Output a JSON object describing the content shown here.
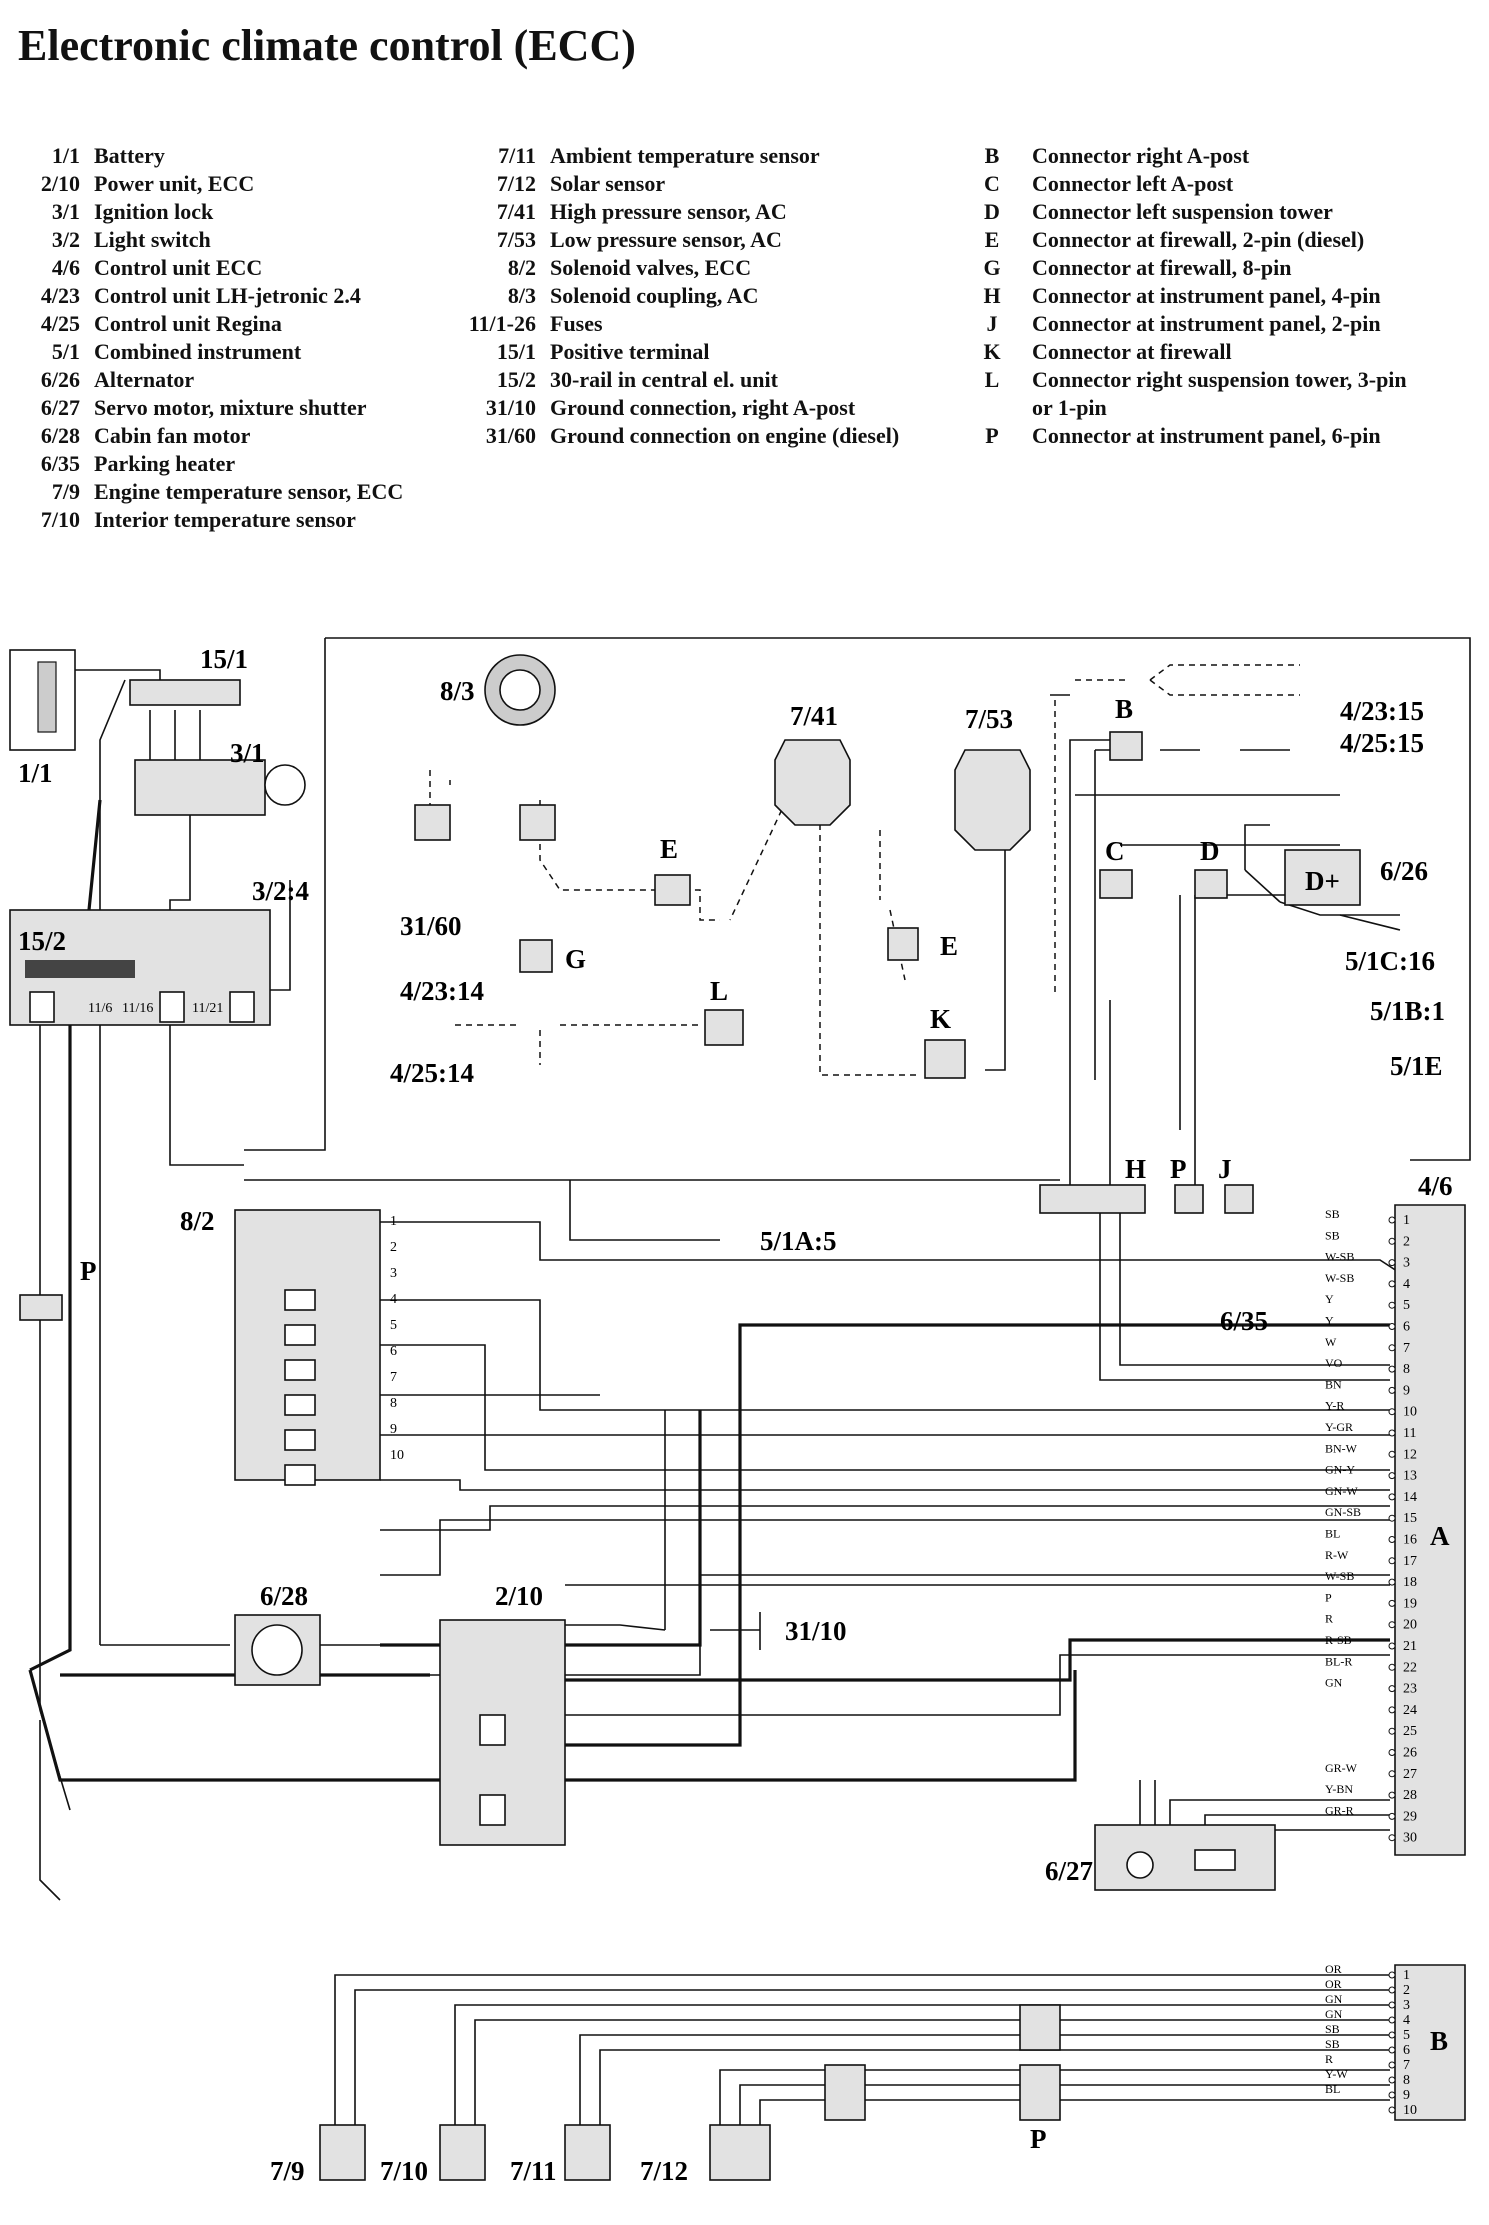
{
  "title": "Electronic climate control (ECC)",
  "legend": {
    "col1": [
      {
        "code": "1/1",
        "text": "Battery"
      },
      {
        "code": "2/10",
        "text": "Power unit, ECC"
      },
      {
        "code": "3/1",
        "text": "Ignition lock"
      },
      {
        "code": "3/2",
        "text": "Light switch"
      },
      {
        "code": "4/6",
        "text": "Control unit ECC"
      },
      {
        "code": "4/23",
        "text": "Control unit LH-jetronic 2.4"
      },
      {
        "code": "4/25",
        "text": "Control unit Regina"
      },
      {
        "code": "5/1",
        "text": "Combined instrument"
      },
      {
        "code": "6/26",
        "text": "Alternator"
      },
      {
        "code": "6/27",
        "text": "Servo motor, mixture shutter"
      },
      {
        "code": "6/28",
        "text": "Cabin fan motor"
      },
      {
        "code": "6/35",
        "text": "Parking heater"
      },
      {
        "code": "7/9",
        "text": "Engine temperature sensor, ECC"
      },
      {
        "code": "7/10",
        "text": "Interior temperature sensor"
      }
    ],
    "col2": [
      {
        "code": "7/11",
        "text": "Ambient temperature sensor"
      },
      {
        "code": "7/12",
        "text": "Solar sensor"
      },
      {
        "code": "7/41",
        "text": "High pressure sensor, AC"
      },
      {
        "code": "7/53",
        "text": "Low pressure sensor, AC"
      },
      {
        "code": "8/2",
        "text": "Solenoid valves, ECC"
      },
      {
        "code": "8/3",
        "text": "Solenoid coupling, AC"
      },
      {
        "code": "11/1-26",
        "text": "Fuses"
      },
      {
        "code": "15/1",
        "text": "Positive terminal"
      },
      {
        "code": "15/2",
        "text": "30-rail in central el. unit"
      },
      {
        "code": "31/10",
        "text": "Ground connection, right A-post"
      },
      {
        "code": "31/60",
        "text": "Ground connection on engine (diesel)"
      }
    ],
    "col3": [
      {
        "code": "B",
        "text": "Connector right A-post"
      },
      {
        "code": "C",
        "text": "Connector left A-post"
      },
      {
        "code": "D",
        "text": "Connector left suspension tower"
      },
      {
        "code": "E",
        "text": "Connector at firewall, 2-pin (diesel)"
      },
      {
        "code": "G",
        "text": "Connector at firewall, 8-pin"
      },
      {
        "code": "H",
        "text": "Connector at instrument panel, 4-pin"
      },
      {
        "code": "J",
        "text": "Connector at instrument panel, 2-pin"
      },
      {
        "code": "K",
        "text": "Connector at firewall"
      },
      {
        "code": "L",
        "text": "Connector right suspension tower, 3-pin"
      },
      {
        "code": "",
        "text": "or 1-pin"
      },
      {
        "code": "P",
        "text": "Connector at instrument panel, 6-pin"
      }
    ]
  },
  "diagram": {
    "labels": {
      "b_1_1": "1/1",
      "b_15_1": "15/1",
      "b_3_1": "3/1",
      "b_3_2_4": "3/2:4",
      "b_15_2": "15/2",
      "b_8_3": "8/3",
      "b_31_60": "31/60",
      "b_G": "G",
      "b_4_23_14": "4/23:14",
      "b_4_25_14": "4/25:14",
      "b_E1": "E",
      "b_7_41": "7/41",
      "b_7_53": "7/53",
      "b_E2": "E",
      "b_K": "K",
      "b_L": "L",
      "b_B": "B",
      "b_4_23_15": "4/23:15",
      "b_4_25_15": "4/25:15",
      "b_C": "C",
      "b_D": "D",
      "b_6_26": "6/26",
      "b_5_1C_16": "5/1C:16",
      "b_5_1B_1": "5/1B:1",
      "b_5_1E": "5/1E",
      "b_H": "H",
      "b_P1": "P",
      "b_J": "J",
      "b_4_6": "4/6",
      "b_5_1A_5": "5/1A:5",
      "b_8_2": "8/2",
      "b_6_35": "6/35",
      "b_A": "A",
      "b_P2": "P",
      "b_6_28": "6/28",
      "b_2_10": "2/10",
      "b_31_10": "31/10",
      "b_6_27": "6/27",
      "b_B2": "B",
      "b_7_9": "7/9",
      "b_7_10": "7/10",
      "b_7_11": "7/11",
      "b_7_12": "7/12",
      "b_P3": "P",
      "dplus": "D+"
    },
    "fuses": [
      "11/6",
      "11/16",
      "11/21"
    ],
    "ecc_a_pins": [
      {
        "pin": "1",
        "wire": "SB"
      },
      {
        "pin": "2",
        "wire": "SB"
      },
      {
        "pin": "3",
        "wire": "W-SB"
      },
      {
        "pin": "4",
        "wire": "W-SB"
      },
      {
        "pin": "5",
        "wire": "Y"
      },
      {
        "pin": "6",
        "wire": "Y"
      },
      {
        "pin": "7",
        "wire": "W"
      },
      {
        "pin": "8",
        "wire": "VO"
      },
      {
        "pin": "9",
        "wire": "BN"
      },
      {
        "pin": "10",
        "wire": "Y-R"
      },
      {
        "pin": "11",
        "wire": "Y-GR"
      },
      {
        "pin": "12",
        "wire": "BN-W"
      },
      {
        "pin": "13",
        "wire": "GN-Y"
      },
      {
        "pin": "14",
        "wire": "GN-W"
      },
      {
        "pin": "15",
        "wire": "GN-SB"
      },
      {
        "pin": "16",
        "wire": "BL"
      },
      {
        "pin": "17",
        "wire": "R-W"
      },
      {
        "pin": "18",
        "wire": "W-SB"
      },
      {
        "pin": "19",
        "wire": "P"
      },
      {
        "pin": "20",
        "wire": "R"
      },
      {
        "pin": "21",
        "wire": "R-SB"
      },
      {
        "pin": "22",
        "wire": "BL-R"
      },
      {
        "pin": "23",
        "wire": "GN"
      },
      {
        "pin": "24",
        "wire": ""
      },
      {
        "pin": "25",
        "wire": ""
      },
      {
        "pin": "26",
        "wire": ""
      },
      {
        "pin": "27",
        "wire": "GR-W"
      },
      {
        "pin": "28",
        "wire": "Y-BN"
      },
      {
        "pin": "29",
        "wire": "GR-R"
      },
      {
        "pin": "30",
        "wire": ""
      }
    ],
    "ecc_b_pins": [
      {
        "pin": "1",
        "wire": "OR"
      },
      {
        "pin": "2",
        "wire": "OR"
      },
      {
        "pin": "3",
        "wire": "GN"
      },
      {
        "pin": "4",
        "wire": "GN"
      },
      {
        "pin": "5",
        "wire": "SB"
      },
      {
        "pin": "6",
        "wire": "SB"
      },
      {
        "pin": "7",
        "wire": "R"
      },
      {
        "pin": "8",
        "wire": "Y-W"
      },
      {
        "pin": "9",
        "wire": "BL"
      },
      {
        "pin": "10",
        "wire": ""
      }
    ],
    "valve_pins": [
      "1",
      "2",
      "3",
      "4",
      "5",
      "6",
      "7",
      "8",
      "9",
      "10"
    ]
  }
}
